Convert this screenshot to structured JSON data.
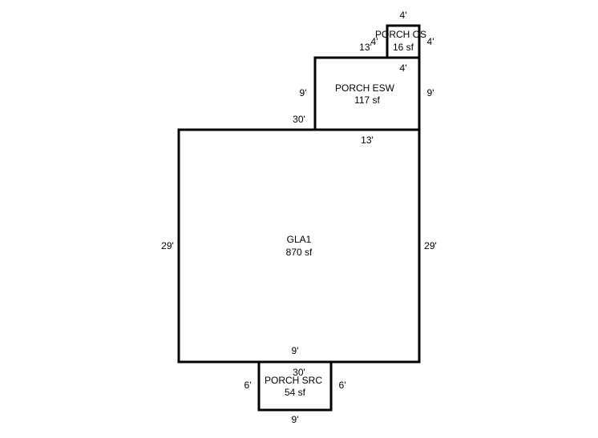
{
  "colors": {
    "background": "#ffffff",
    "line": "#000000"
  },
  "rooms": {
    "gla1": {
      "name": "GLA1",
      "area": "870 sf",
      "dim_top": "30'",
      "dim_bottom": "30'",
      "dim_left": "29'",
      "dim_right": "29'"
    },
    "porch_esw": {
      "name": "PORCH ESW",
      "area": "117 sf",
      "dim_top": "13'",
      "dim_bottom": "13'",
      "dim_left": "9'",
      "dim_right": "9'"
    },
    "porch_os": {
      "name": "PORCH OS",
      "area": "16 sf",
      "dim_top": "4'",
      "dim_bottom": "4'",
      "dim_left": "4'",
      "dim_right": "4'"
    },
    "porch_src": {
      "name": "PORCH SRC",
      "area": "54 sf",
      "dim_top": "9'",
      "dim_bottom": "9'",
      "dim_left": "6'",
      "dim_right": "6'"
    }
  }
}
